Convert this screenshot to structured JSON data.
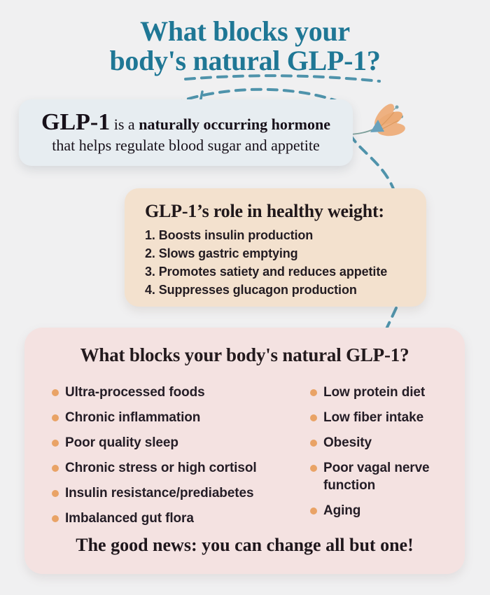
{
  "header": {
    "title_line1": "What blocks your",
    "title_line2": "body's natural GLP-1?"
  },
  "intro_card": {
    "term": "GLP-1",
    "connector": " is a ",
    "bold_phrase": "naturally occurring hormone",
    "line2": "that helps regulate blood sugar and appetite"
  },
  "role_card": {
    "heading": "GLP-1’s role in healthy weight:",
    "items": [
      "1. Boosts insulin production",
      "2. Slows gastric emptying",
      "3. Promotes satiety and reduces appetite",
      "4. Suppresses glucagon production"
    ]
  },
  "blockers_card": {
    "heading": "What blocks your body's natural GLP-1?",
    "left_items": [
      "Ultra-processed foods",
      "Chronic inflammation",
      "Poor quality sleep",
      "Chronic stress or high cortisol",
      "Insulin resistance/prediabetes",
      "Imbalanced gut flora"
    ],
    "right_items": [
      "Low protein diet",
      "Low fiber intake",
      "Obesity",
      "Poor vagal nerve function",
      "Aging"
    ],
    "footer": "The good news: you can change all but one!"
  },
  "colors": {
    "background": "#f0f0f1",
    "title_teal": "#1f7795",
    "connector_teal": "#4f93ab",
    "intro_card_bg": "#e7edf1",
    "role_card_bg": "#f3e1ce",
    "blockers_card_bg": "#f4e2e1",
    "bullet_orange": "#e9a366",
    "text_dark": "#221a20",
    "flower_petal": "#eeb181",
    "flower_calyx": "#68a1bc"
  },
  "icons": {
    "flower": "flower-icon",
    "bullet": "bullet-icon"
  }
}
